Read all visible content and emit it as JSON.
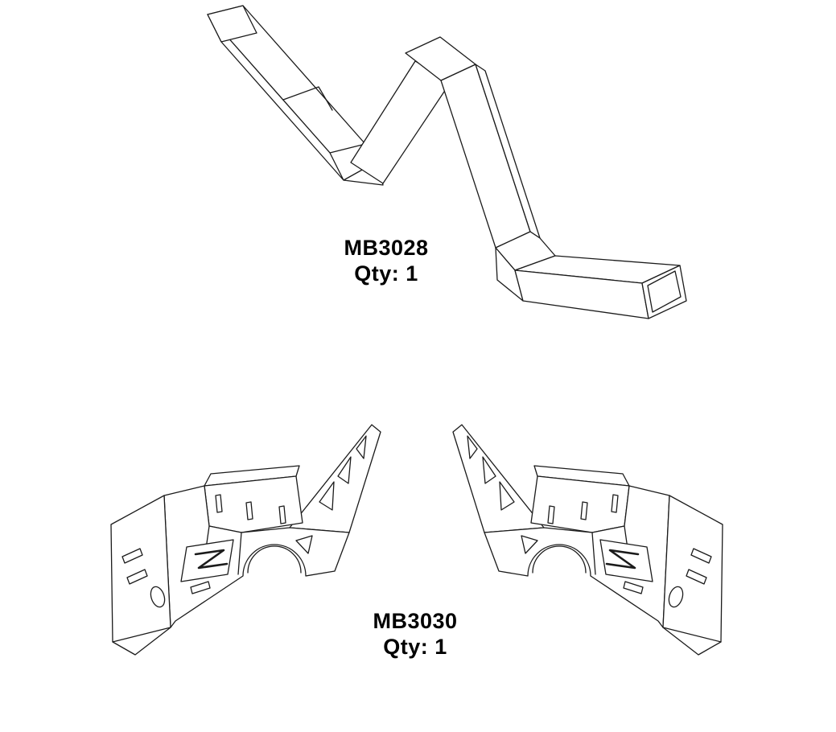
{
  "diagram": {
    "background": "#ffffff",
    "line_color": "#1b1b1b",
    "parts": [
      {
        "id": "mb3028",
        "number": "MB3028",
        "qty_label": "Qty: 1",
        "description": "bent rectangular crossmember tube"
      },
      {
        "id": "mb3030",
        "number": "MB3030",
        "qty_label": "Qty: 1",
        "description": "mirrored axle bracket pair"
      }
    ]
  }
}
